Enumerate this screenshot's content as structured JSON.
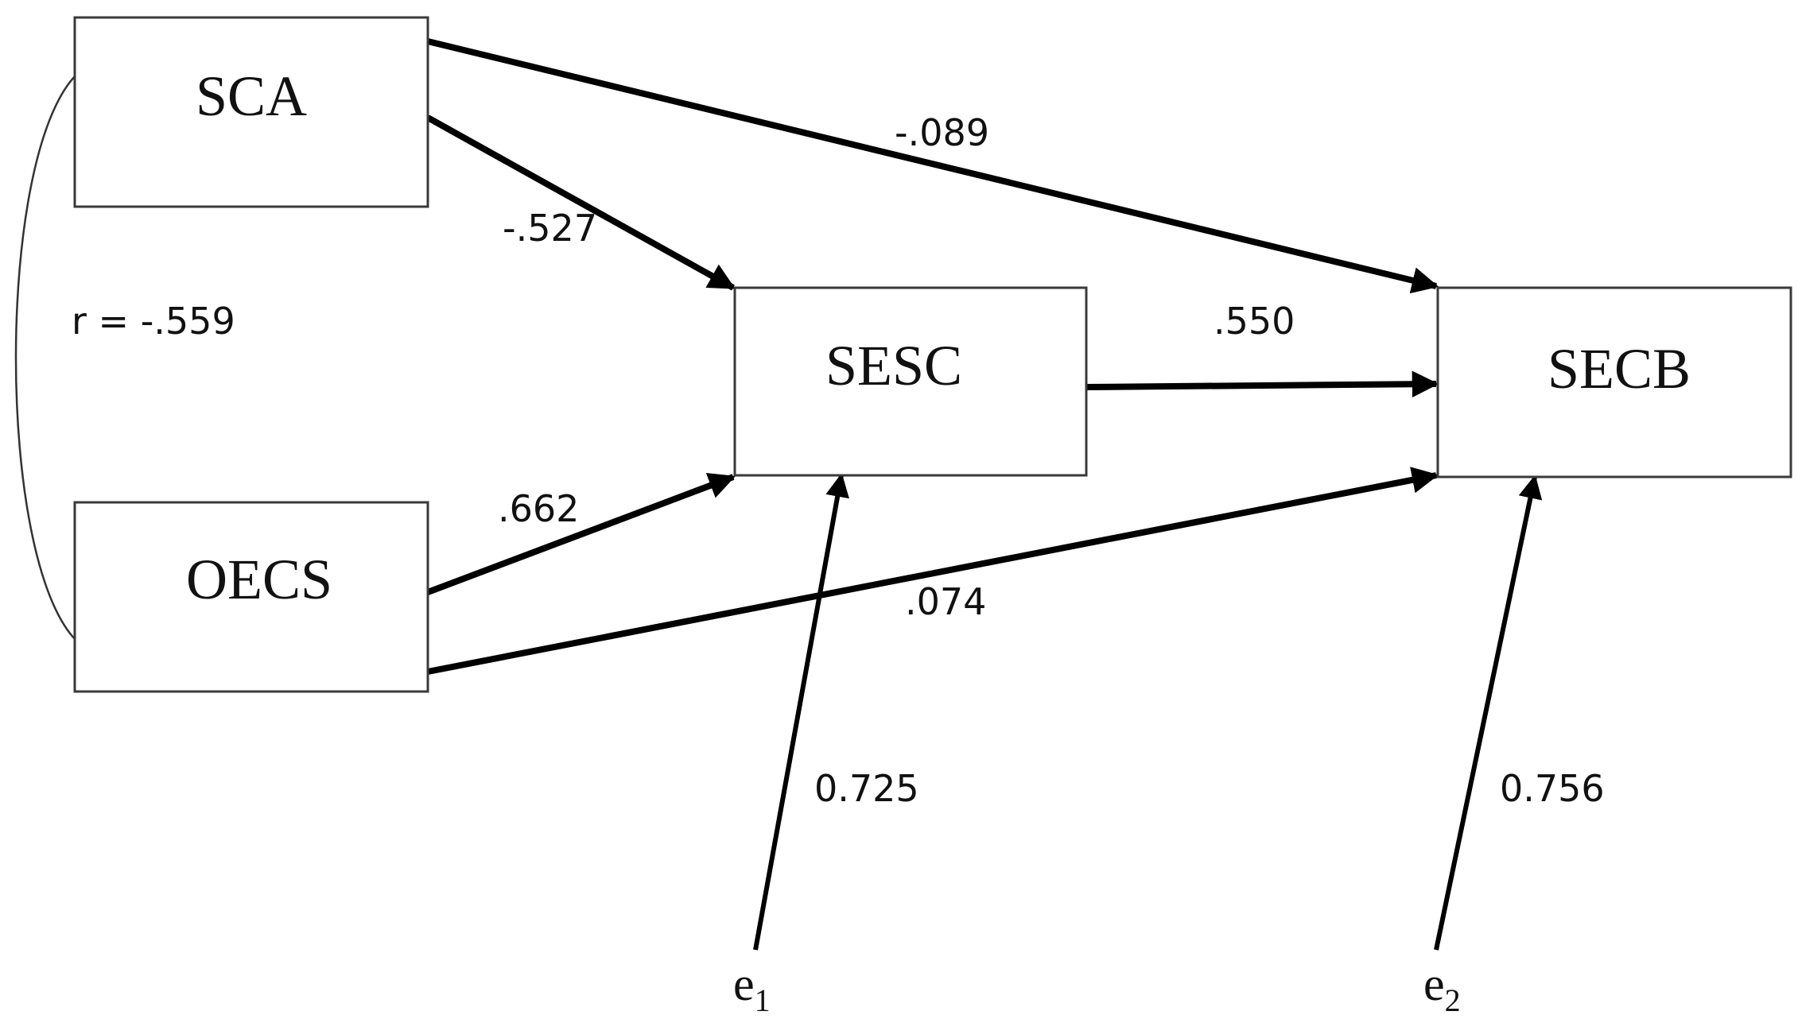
{
  "nodes": {
    "sca": "SCA",
    "oecs": "OECS",
    "sesc": "SESC",
    "secb": "SECB"
  },
  "errors": {
    "e1": {
      "base": "e",
      "sub": "1"
    },
    "e2": {
      "base": "e",
      "sub": "2"
    }
  },
  "coefficients": {
    "sca_secb": "-.089",
    "sca_sesc": "-.527",
    "oecs_sesc": ".662",
    "oecs_secb": ".074",
    "sesc_secb": ".550",
    "e1_sesc": "0.725",
    "e2_secb": "0.756"
  },
  "correlation": "r = -.559",
  "colors": {
    "stroke": "#000000",
    "box_border": "#3a3a3a",
    "background": "#ffffff"
  }
}
